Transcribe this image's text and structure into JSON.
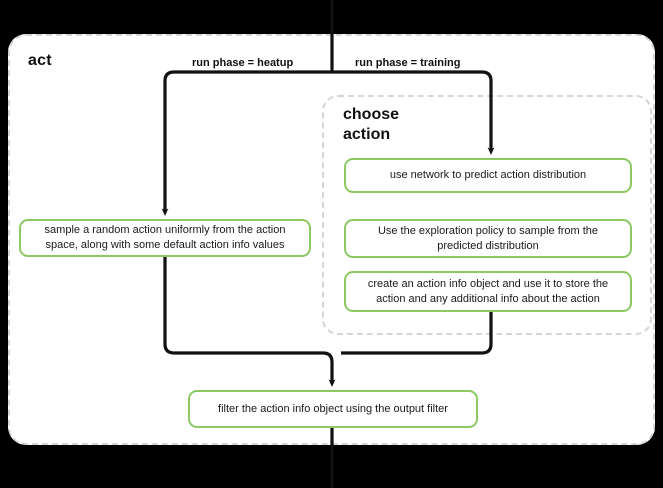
{
  "diagram": {
    "type": "flowchart",
    "title": "act",
    "background_color": "#000000",
    "panel_color": "#ffffff",
    "accent_color": "#8dc863",
    "dashed_border_color": "#d6d6d6",
    "connector_color": "#111111"
  },
  "panel": {
    "title": "act"
  },
  "subgraph": {
    "title": "choose\naction",
    "title_line1": "choose",
    "title_line2": "action"
  },
  "edges": [
    {
      "id": "heatup",
      "label": "run phase = heatup"
    },
    {
      "id": "training",
      "label": "run phase = training"
    }
  ],
  "nodes": {
    "heatup_sample": "sample a random action uniformly from the action space, along with some default action info values",
    "use_network": "use network to predict action distribution",
    "exploration_policy": "Use the exploration policy to sample from the predicted distribution",
    "action_info_object": "create an action info object and use it to store the action and any additional info about the action",
    "output_filter": "filter the action info object using the output filter"
  }
}
